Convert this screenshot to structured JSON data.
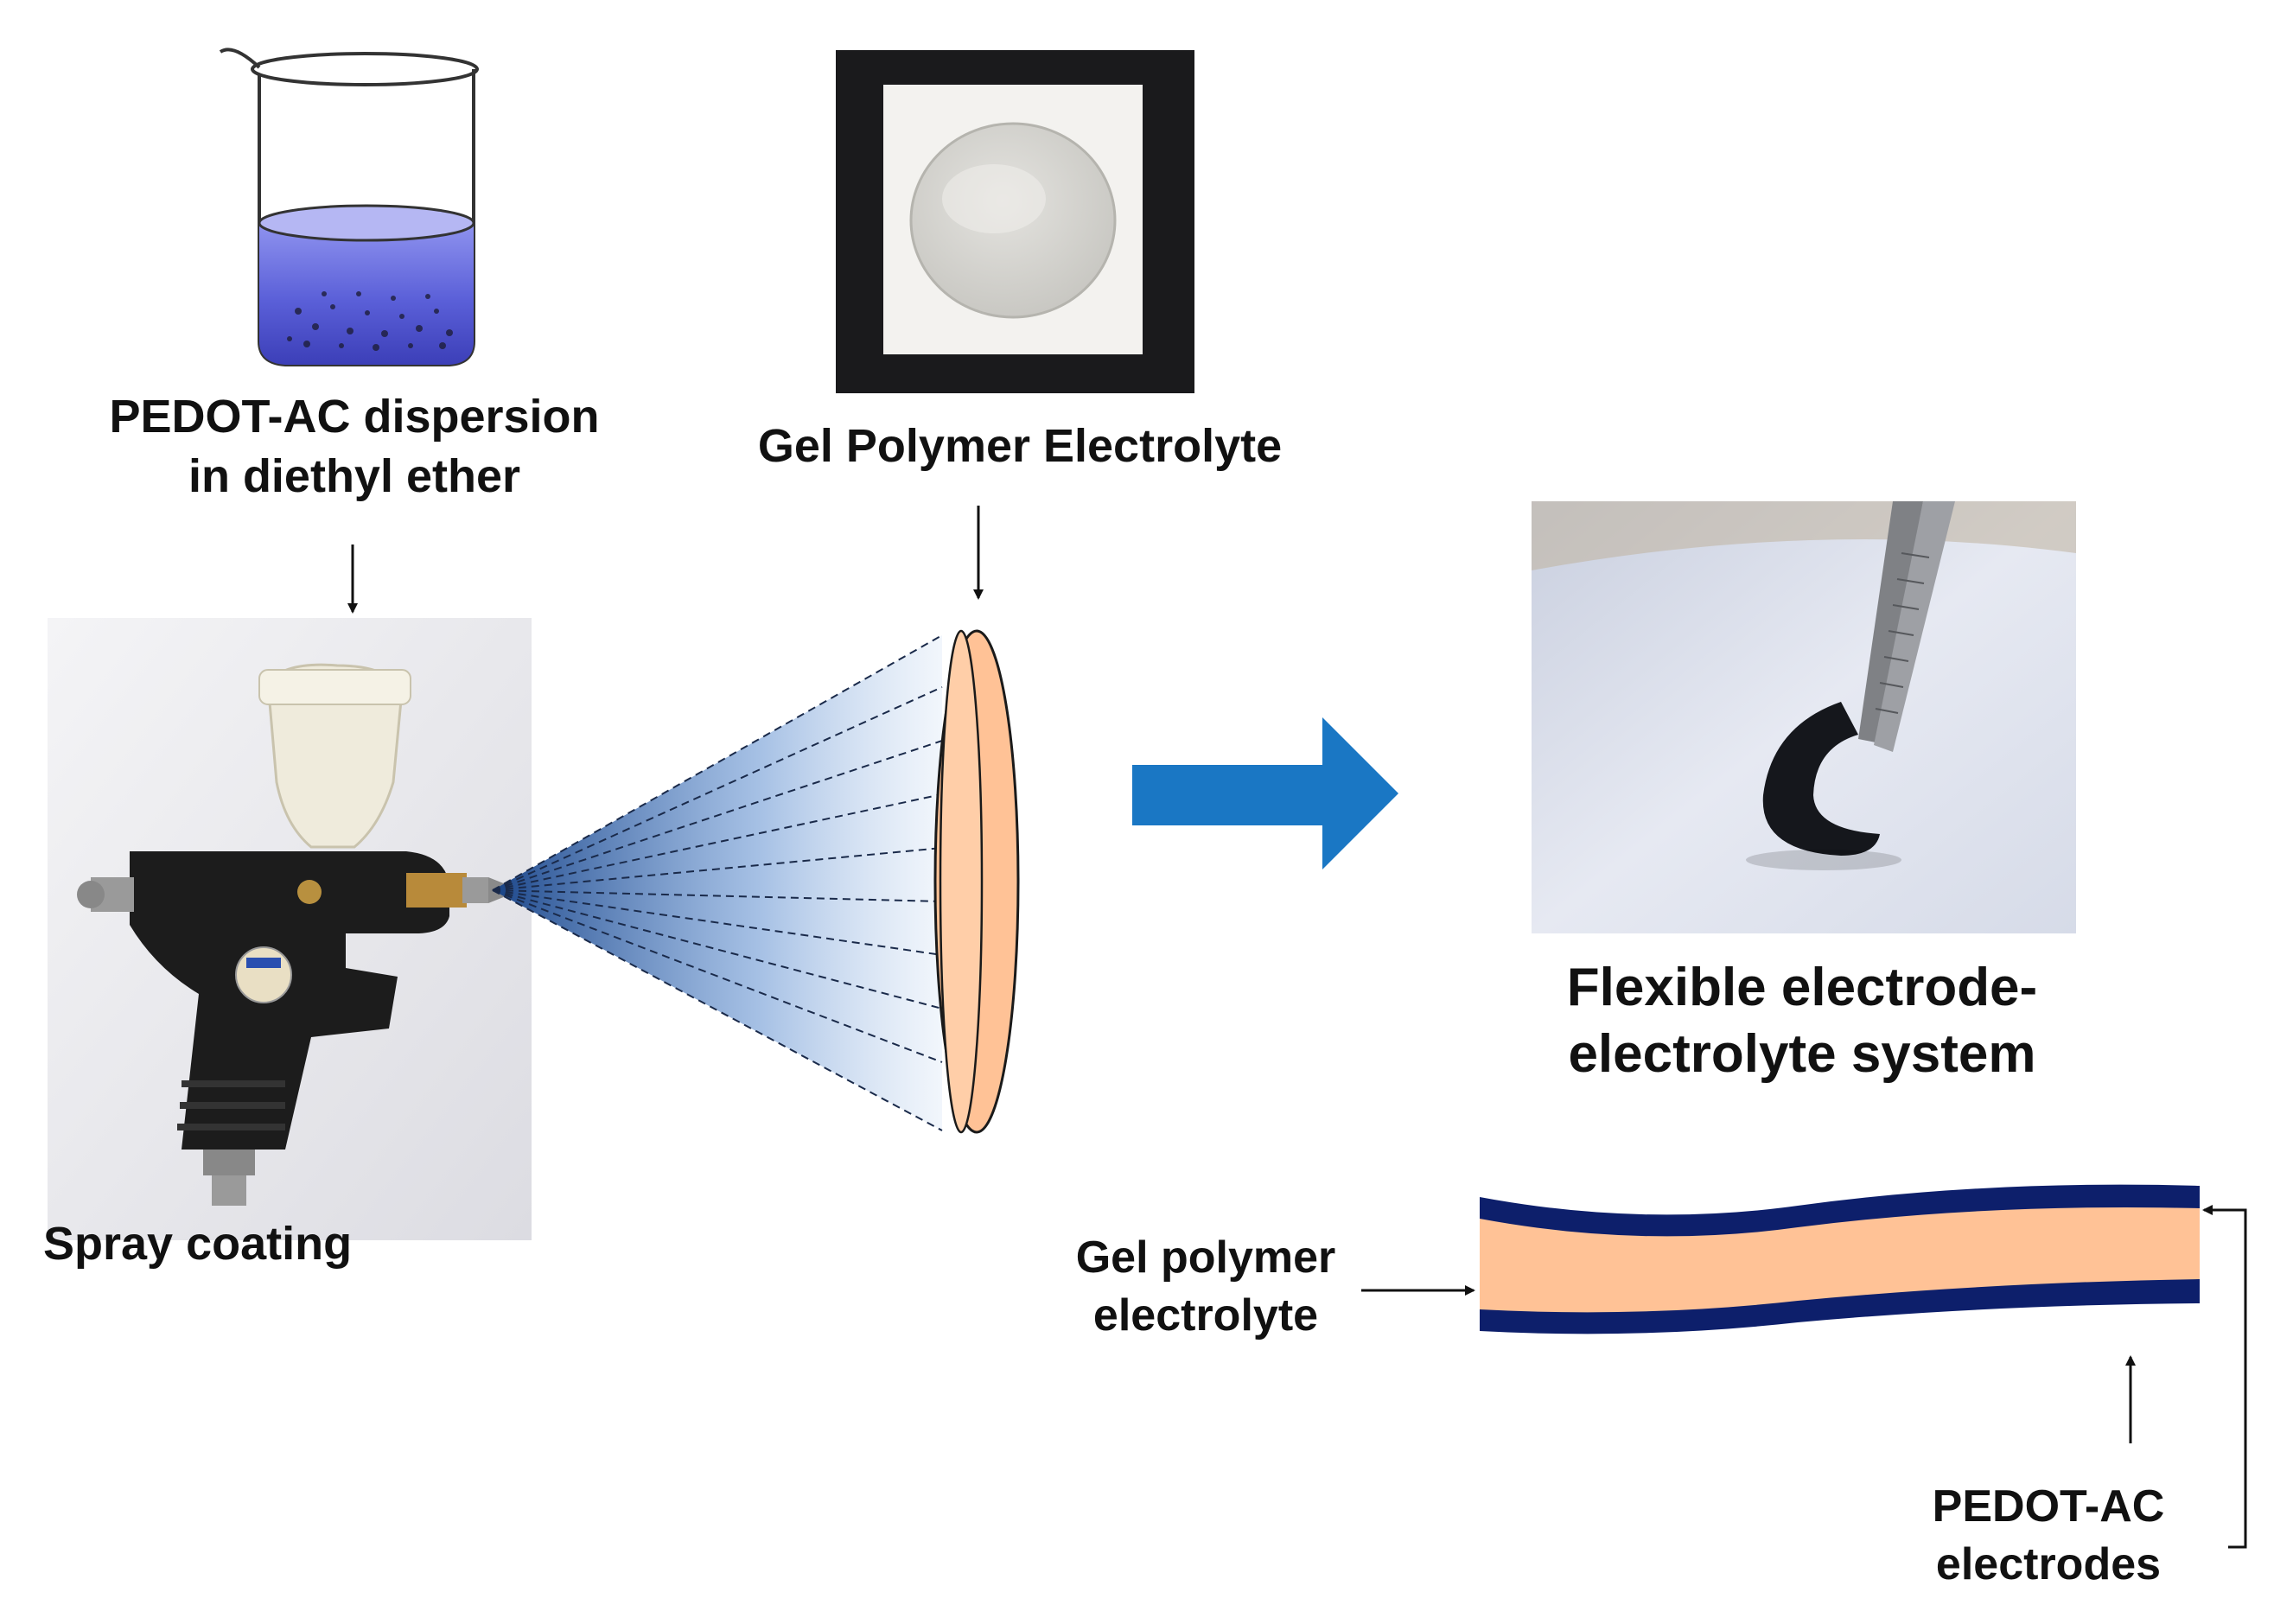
{
  "labels": {
    "dispersion": [
      "PEDOT-AC dispersion",
      "in diethyl ether"
    ],
    "gel_top": "Gel Polymer Electrolyte",
    "spray": "Spray coating",
    "flexible": [
      "Flexible electrode-",
      "electrolyte system"
    ],
    "gel_side": [
      "Gel polymer",
      "electrolyte"
    ],
    "electrodes": [
      "PEDOT-AC",
      "electrodes"
    ]
  },
  "colors": {
    "liquid": "#5b5fd6",
    "electrolyte": "#ffc296",
    "electrode": "#0d1f6b",
    "process_arrow": "#1a77c4",
    "spray_cone": "#2a5a9f",
    "text": "#111111"
  },
  "icons": {
    "beaker": "beaker-icon",
    "spray_gun": "spray-gun-icon",
    "electrolyte_disc": "electrolyte-disc-icon",
    "bent_electrode": "bent-electrode-icon"
  }
}
